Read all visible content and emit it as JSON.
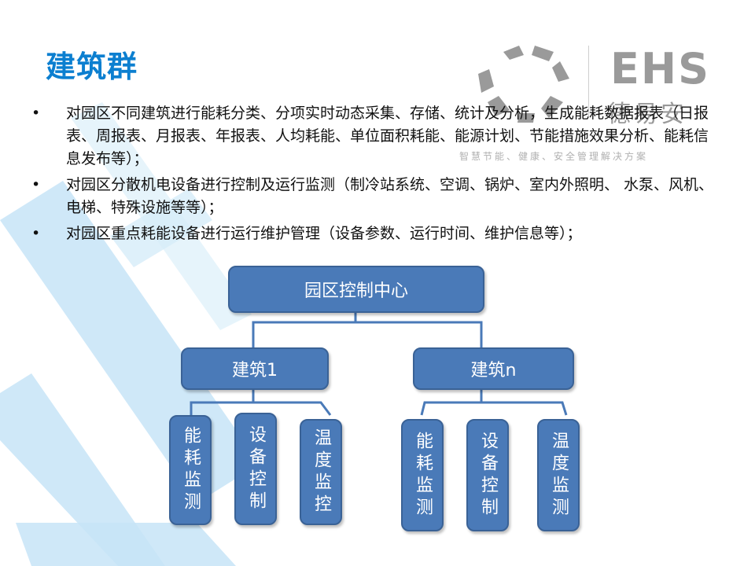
{
  "title": "建筑群",
  "bullets": [
    "对园区不同建筑进行能耗分类、分项实时动态采集、存储、统计及分析，生成能耗数据报表（日报表、周报表、月报表、年报表、人均耗能、单位面积耗能、能源计划、节能措施效果分析、能耗信息发布等）；",
    "对园区分散机电设备进行控制及运行监测（制冷站系统、空调、锅炉、室内外照明、 水泵、风机、电梯、特殊设施等等）；",
    "对园区重点耗能设备进行运行维护管理（设备参数、运行时间、维护信息等）；"
  ],
  "bullet_symbol": "•",
  "logo": {
    "brand": "EHS",
    "chinese": "德易安",
    "tagline": "智慧节能、健康、安全管理解决方案"
  },
  "diagram": {
    "root": "园区控制中心",
    "buildings": [
      {
        "label": "建筑1",
        "children": [
          "能耗监测",
          "设备控制",
          "温度监控"
        ]
      },
      {
        "label": "建筑n",
        "children": [
          "能耗监测",
          "设备控制",
          "温度监测"
        ]
      }
    ]
  },
  "colors": {
    "title": "#0c7fd0",
    "box_fill": "#4a7ab8",
    "box_border": "#3a6296",
    "connector": "#4a7ab8",
    "bg_chevron": "#bfe0f5",
    "logo_gray": "#9a9a9a"
  }
}
